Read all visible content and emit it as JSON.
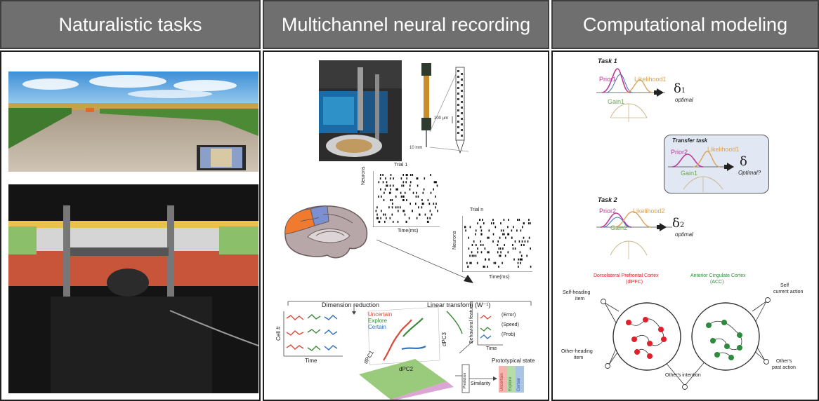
{
  "headers": [
    "Naturalistic tasks",
    "Multichannel neural recording",
    "Computational modeling"
  ],
  "recording": {
    "probe_scale": "100 µm",
    "probe_scale2": "10 mm",
    "raster1_title": "Trial 1",
    "raster2_title": "Trial n",
    "raster_ylabel": "Neurons",
    "raster_xlabel": "Time(ms)",
    "dim_reduction": "Dimension reduction",
    "linear_transform": "Linear transform (W⁻¹)",
    "cell_axis": "Cell #",
    "time_axis": "Time",
    "legend": [
      "Uncertain",
      "Explore",
      "Certain"
    ],
    "behav_label": "Behavioral features",
    "behav_items": [
      "(Error)",
      "(Speed)",
      "(Prob)"
    ],
    "dpc1": "dPC1",
    "dpc2": "dPC2",
    "dpc3": "dPC3",
    "prototypical": "Prototypical state",
    "similarity": "Similarity",
    "prediction": "Prediction",
    "proto_states": [
      "Uncertain",
      "Explore",
      "Certain"
    ]
  },
  "model": {
    "task1": "Task 1",
    "prior1": "Prior1",
    "likelihood1": "Likelihood1",
    "gain1": "Gain1",
    "delta1": "δ",
    "delta1_sub": "1",
    "optimal": "optimal",
    "transfer": "Transfer task",
    "prior2": "Prior2",
    "likelihood1_t": "Likelihood1",
    "gain1_t": "Gain1",
    "delta_t": "δ",
    "optimal_q": "Optimal?",
    "task2": "Task 2",
    "prior2_t2": "Prior2",
    "likelihood2": "Likelihood2",
    "gain2": "Gain2",
    "delta2": "δ",
    "delta2_sub": "2",
    "dlpfc": "Dorsolateral Prefrontal Cortex",
    "dlpfc_abbr": "(dlPFC)",
    "acc": "Anterior Cingulate Cortex",
    "acc_abbr": "(ACC)",
    "self_heading": "Self-heading",
    "item": "item",
    "self": "Self",
    "current_action": "current action",
    "other_heading": "Other-heading",
    "item2": "item",
    "others": "Other's",
    "past_action": "past action",
    "others_intention": "Other's intention"
  },
  "colors": {
    "header_bg": "#6f6f6f",
    "prior": "#c0399a",
    "likelihood": "#d9a35a",
    "gain": "#6aa84f",
    "dlpfc": "#e0202a",
    "acc": "#2e8b3d",
    "brain_orange": "#f07a2e",
    "brain_blue": "#7c8fd1"
  }
}
